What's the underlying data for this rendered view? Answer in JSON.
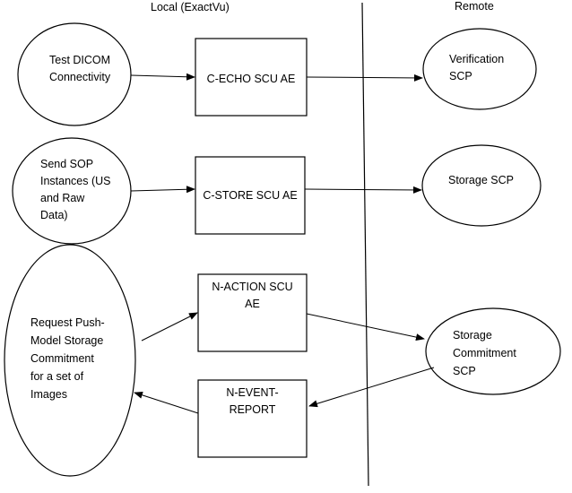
{
  "headers": {
    "local": "Local (ExactVu)",
    "remote": "Remote"
  },
  "local_actors": [
    {
      "id": "test-dicom",
      "lines": [
        "Test DICOM",
        "Connectivity"
      ]
    },
    {
      "id": "send-sop",
      "lines": [
        "Send SOP",
        "Instances (US",
        "and Raw",
        "Data)"
      ]
    },
    {
      "id": "request-push",
      "lines": [
        "Request Push-",
        "Model Storage",
        "Commitment",
        "for a set of",
        "Images"
      ]
    }
  ],
  "application_entities": [
    {
      "id": "c-echo",
      "lines": [
        "C-ECHO SCU AE"
      ]
    },
    {
      "id": "c-store",
      "lines": [
        "C-STORE SCU AE"
      ]
    },
    {
      "id": "n-action",
      "lines": [
        "N-ACTION SCU",
        "AE"
      ]
    },
    {
      "id": "n-event",
      "lines": [
        "N-EVENT-",
        "REPORT"
      ]
    }
  ],
  "remote_actors": [
    {
      "id": "verification",
      "lines": [
        "Verification",
        "SCP"
      ]
    },
    {
      "id": "storage",
      "lines": [
        "Storage SCP"
      ]
    },
    {
      "id": "storage-commitment",
      "lines": [
        "Storage",
        "Commitment",
        "SCP"
      ]
    }
  ]
}
